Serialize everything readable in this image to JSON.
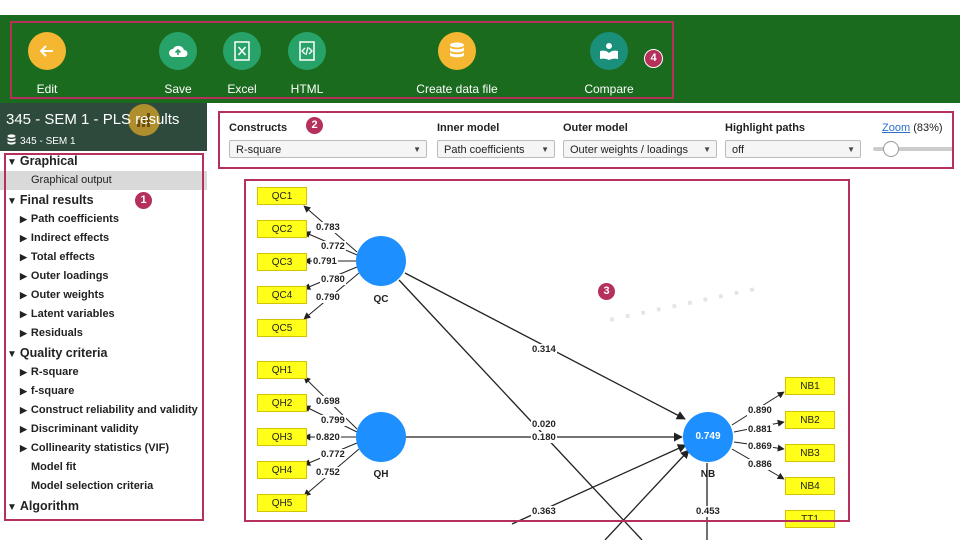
{
  "toolbar": {
    "edit_label": "Edit",
    "save_label": "Save",
    "excel_label": "Excel",
    "html_label": "HTML",
    "create_data_file_label": "Create data file",
    "compare_label": "Compare",
    "colors": {
      "background": "#1b6b1f",
      "edit": "#f5b731",
      "save": "#27a36a",
      "excel": "#27a36a",
      "html": "#27a36a",
      "create_data_file": "#f5b731",
      "compare": "#1a8f7a"
    },
    "icons": [
      "arrow-left-icon",
      "cloud-upload-icon",
      "excel-file-icon",
      "html-file-icon",
      "database-icon",
      "book-icon"
    ]
  },
  "project": {
    "title": "345 - SEM 1 - PLS results",
    "subtitle": "345 - SEM 1"
  },
  "tree": {
    "graphical": {
      "label": "Graphical",
      "items": [
        "Graphical output"
      ]
    },
    "final_results": {
      "label": "Final results",
      "items": [
        "Path coefficients",
        "Indirect effects",
        "Total effects",
        "Outer loadings",
        "Outer weights",
        "Latent variables",
        "Residuals"
      ]
    },
    "quality_criteria": {
      "label": "Quality criteria",
      "items": [
        "R-square",
        "f-square",
        "Construct reliability and validity",
        "Discriminant validity",
        "Collinearity statistics (VIF)"
      ],
      "leaves": [
        "Model fit",
        "Model selection criteria"
      ]
    },
    "algorithm": {
      "label": "Algorithm"
    }
  },
  "filters": {
    "constructs": {
      "label": "Constructs",
      "value": "R-square"
    },
    "inner_model": {
      "label": "Inner model",
      "value": "Path coefficients"
    },
    "outer_model": {
      "label": "Outer model",
      "value": "Outer weights / loadings"
    },
    "highlight_paths": {
      "label": "Highlight paths",
      "value": "off"
    },
    "zoom": {
      "link": "Zoom",
      "value": "(83%)",
      "level": 0.83
    }
  },
  "markers": [
    "1",
    "2",
    "3",
    "4"
  ],
  "model": {
    "latent": [
      {
        "name": "QC",
        "value": ""
      },
      {
        "name": "QH",
        "value": ""
      },
      {
        "name": "NB",
        "value": "0.749"
      }
    ],
    "qc_indicators": [
      "QC1",
      "QC2",
      "QC3",
      "QC4",
      "QC5"
    ],
    "qc_loadings": [
      "0.783",
      "0.772",
      "0.791",
      "0.780",
      "0.790"
    ],
    "qh_indicators": [
      "QH1",
      "QH2",
      "QH3",
      "QH4",
      "QH5"
    ],
    "qh_loadings": [
      "0.698",
      "0.799",
      "0.820",
      "0.772",
      "0.752"
    ],
    "nb_indicators": [
      "NB1",
      "NB2",
      "NB3",
      "NB4",
      "TT1"
    ],
    "nb_loadings": [
      "0.890",
      "0.881",
      "0.869",
      "0.886"
    ],
    "paths": {
      "qc_nb": "0.314",
      "qc_down": "0.020",
      "qh_nb": "0.180",
      "lower_left": "0.363",
      "nb_down": "0.453"
    }
  }
}
